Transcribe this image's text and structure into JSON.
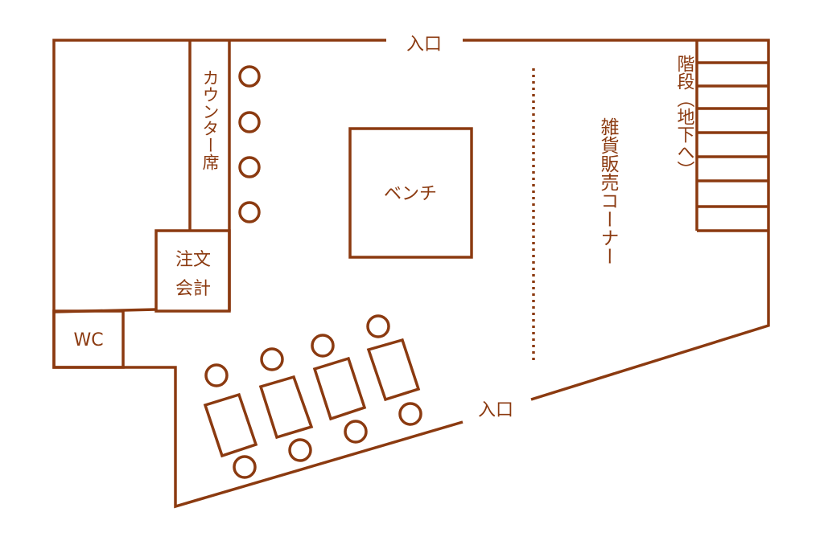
{
  "title": "Floor plan",
  "labels": {
    "entrance_top": "入口",
    "entrance_bottom": "入口",
    "counter_seats": "カウンター席",
    "order_line1": "注文",
    "order_line2": "会計",
    "wc": "WC",
    "bench": "ベンチ",
    "goods_corner": "雑貨販売コーナー",
    "stairs": "階段（地下へ）"
  },
  "colors": {
    "line": "#8B3A10",
    "background": "#FFFFFF"
  },
  "counts": {
    "counter_stools": 4,
    "tables": 4,
    "table_chairs": 8,
    "stair_steps": 8
  }
}
